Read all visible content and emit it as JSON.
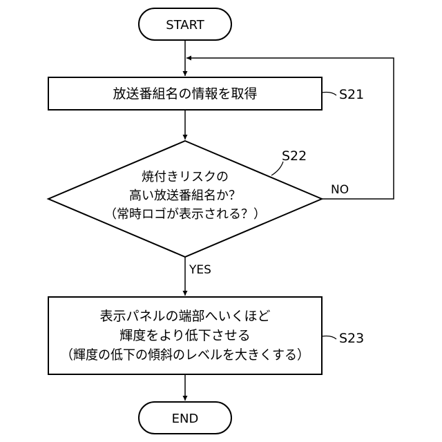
{
  "flowchart": {
    "start_label": "START",
    "end_label": "END",
    "step_s21": {
      "id": "S21",
      "text": "放送番組名の情報を取得"
    },
    "step_s22": {
      "id": "S22",
      "lines": [
        "焼付きリスクの",
        "高い放送番組名か？",
        "（常時ロゴが表示される？）"
      ]
    },
    "step_s23": {
      "id": "S23",
      "lines": [
        "表示パネルの端部へいくほど",
        "輝度をより低下させる",
        "（輝度の低下の傾斜のレベルを大きくする）"
      ]
    },
    "branch_yes_label": "YES",
    "branch_no_label": "NO"
  }
}
